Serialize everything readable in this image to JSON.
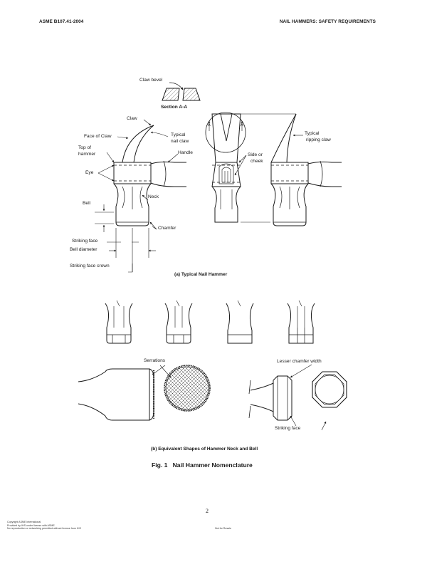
{
  "header": {
    "left": "ASME B107.41-2004",
    "right": "NAIL HAMMERS: SAFETY REQUIREMENTS"
  },
  "labels": {
    "claw_bevel": "Claw bevel",
    "section_aa": "Section A-A",
    "claw": "Claw",
    "face_of_claw": "Face of Claw",
    "typical_nail_claw_1": "Typical",
    "typical_nail_claw_2": "nail claw",
    "top_of_hammer_1": "Top of",
    "top_of_hammer_2": "hammer",
    "handle": "Handle",
    "eye": "Eye",
    "neck": "Neck",
    "bell": "Bell",
    "chamfer": "Chamfer",
    "striking_face": "Striking face",
    "bell_diameter": "Bell diameter",
    "striking_face_crown": "Striking face crown",
    "side_or_cheek_1": "Side or",
    "side_or_cheek_2": "cheek",
    "typical_ripping_claw_1": "Typical",
    "typical_ripping_claw_2": "ripping claw",
    "section_mark": "A",
    "serrations": "Serrations",
    "lesser_chamfer_width": "Lesser chamfer width",
    "striking_face_b": "Striking face"
  },
  "captions": {
    "a": "(a) Typical Nail Hammer",
    "b": "(b) Equivalent Shapes of Hammer Neck and Bell",
    "figure": "Fig. 1   Nail Hammer Nomenclature"
  },
  "page_number": "2",
  "footer": {
    "line1": "Copyright ASME International",
    "line2": "Provided by IHS under license with ASME",
    "line3": "No reproduction or networking permitted without license from IHS",
    "right": "Not for Resale"
  }
}
